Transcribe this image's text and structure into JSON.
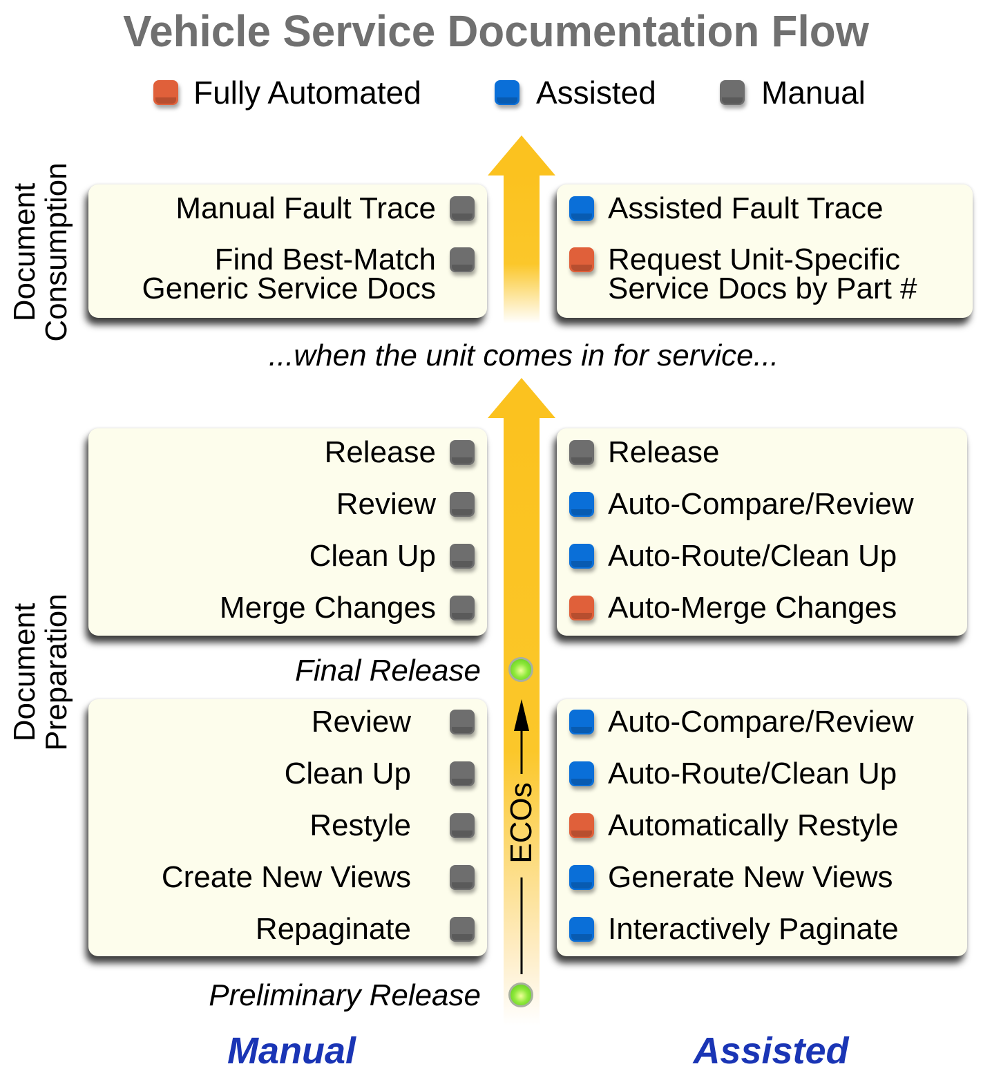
{
  "title": "Vehicle Service Documentation Flow",
  "legend": {
    "items": [
      {
        "label": "Fully Automated",
        "color": "#e0603a",
        "kind": "orange"
      },
      {
        "label": "Assisted",
        "color": "#0a6fd8",
        "kind": "blue"
      },
      {
        "label": "Manual",
        "color": "#6e6e6e",
        "kind": "gray"
      }
    ]
  },
  "side_labels": {
    "consumption": [
      "Document",
      "Consumption"
    ],
    "preparation": [
      "Document",
      "Preparation"
    ]
  },
  "consumption": {
    "manual": [
      {
        "label": "Manual Fault Trace",
        "type": "gray"
      },
      {
        "label_lines": [
          "Find Best-Match",
          "Generic Service Docs"
        ],
        "type": "gray"
      }
    ],
    "assisted": [
      {
        "label": "Assisted Fault Trace",
        "type": "blue"
      },
      {
        "label_lines": [
          "Request Unit-Specific",
          "Service Docs by Part #"
        ],
        "type": "orange"
      }
    ]
  },
  "transition_text": "...when the unit comes in for service...",
  "final_stage": {
    "manual": [
      {
        "label": "Release",
        "type": "gray"
      },
      {
        "label": "Review",
        "type": "gray"
      },
      {
        "label": "Clean Up",
        "type": "gray"
      },
      {
        "label": "Merge Changes",
        "type": "gray"
      }
    ],
    "assisted": [
      {
        "label": "Release",
        "type": "gray"
      },
      {
        "label": "Auto-Compare/Review",
        "type": "blue"
      },
      {
        "label": "Auto-Route/Clean Up",
        "type": "blue"
      },
      {
        "label": "Auto-Merge Changes",
        "type": "orange"
      }
    ]
  },
  "milestones": {
    "final": "Final Release",
    "preliminary": "Preliminary Release"
  },
  "preliminary_stage": {
    "manual": [
      {
        "label": "Review",
        "type": "gray"
      },
      {
        "label": "Clean Up",
        "type": "gray"
      },
      {
        "label": "Restyle",
        "type": "gray"
      },
      {
        "label": "Create New Views",
        "type": "gray"
      },
      {
        "label": "Repaginate",
        "type": "gray"
      }
    ],
    "assisted": [
      {
        "label": "Auto-Compare/Review",
        "type": "blue"
      },
      {
        "label": "Auto-Route/Clean Up",
        "type": "blue"
      },
      {
        "label": "Automatically Restyle",
        "type": "orange"
      },
      {
        "label": "Generate New Views",
        "type": "blue"
      },
      {
        "label": "Interactively Paginate",
        "type": "blue"
      }
    ]
  },
  "eco_label": "ECOs",
  "columns": {
    "manual": "Manual",
    "assisted": "Assisted"
  }
}
